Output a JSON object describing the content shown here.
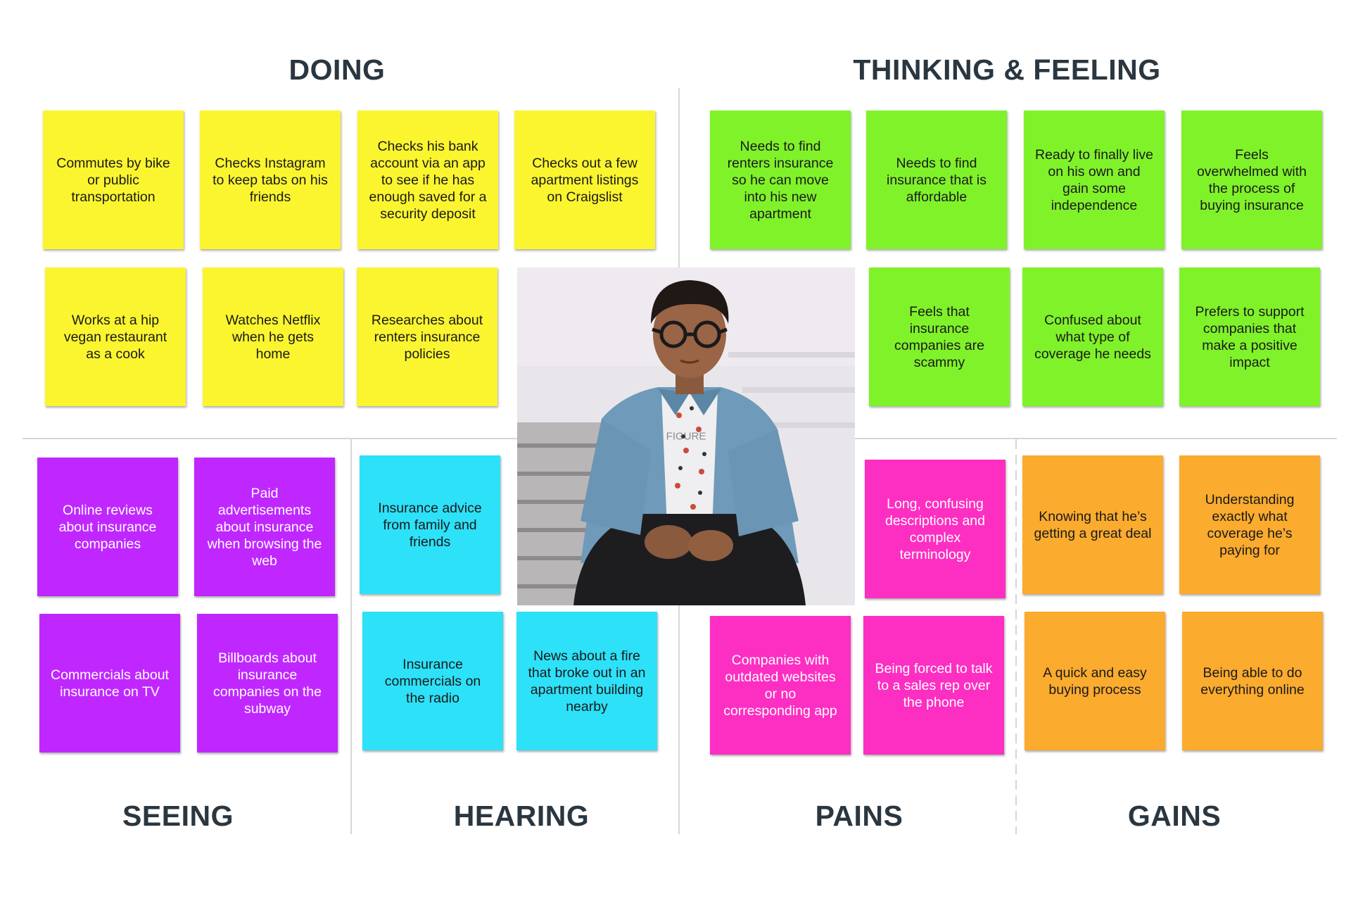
{
  "sections": {
    "doing": "DOING",
    "thinking": "THINKING & FEELING",
    "seeing": "SEEING",
    "hearing": "HEARING",
    "pains": "PAINS",
    "gains": "GAINS"
  },
  "persona": {
    "caption": "FIGURE"
  },
  "doing_notes": [
    "Commutes by bike or public transportation",
    "Checks Instagram to keep tabs on his friends",
    "Checks his bank account via an app to see if he has enough saved for a security deposit",
    "Checks out a few apartment listings on Craigslist",
    "Works at a hip vegan restaurant as a cook",
    "Watches Netflix when he gets home",
    "Researches about renters insurance policies"
  ],
  "thinking_notes": [
    "Needs to find renters insurance so he can move into his new apartment",
    "Needs to find insurance that is affordable",
    "Ready to finally live on his own and gain some independence",
    "Feels overwhelmed with the process of buying insurance",
    "Feels that insurance companies are scammy",
    "Confused about what type of coverage he needs",
    "Prefers to support companies that make a positive impact"
  ],
  "seeing_notes": [
    "Online reviews about insurance companies",
    "Paid advertisements about insurance when browsing the web",
    "Commercials about insurance on TV",
    "Billboards about insurance companies on the subway"
  ],
  "hearing_notes": [
    "Insurance advice from family and friends",
    "Insurance commercials on the radio",
    "News about a fire that broke out in an apartment building nearby"
  ],
  "pains_notes": [
    "Long, confusing descriptions and complex terminology",
    "Companies with outdated websites or no corresponding app",
    "Being forced to talk to a sales rep over the phone"
  ],
  "gains_notes": [
    "Knowing that he’s getting a great deal",
    "Understanding exactly what coverage he’s paying for",
    "A quick and easy buying process",
    "Being able to do everything online"
  ],
  "colors": {
    "doing": "#fbf52f",
    "thinking": "#80f22a",
    "seeing": "#c027ff",
    "hearing": "#2de1f8",
    "pains": "#fd2ec2",
    "gains": "#fbab2e",
    "title": "#2a3640"
  }
}
